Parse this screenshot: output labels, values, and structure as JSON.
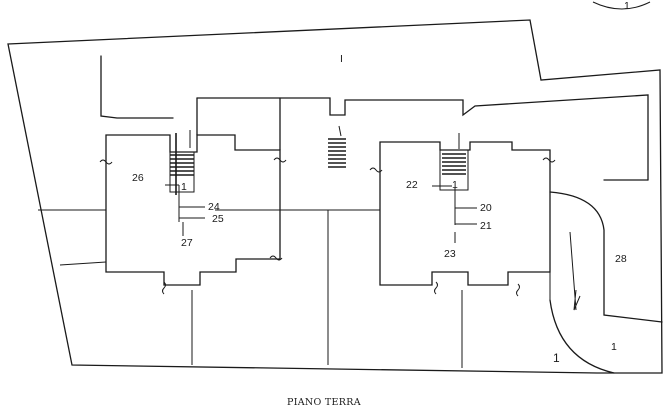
{
  "title": "PIANO TERRA",
  "labels": {
    "top_area": "I",
    "left_building_unit": "26",
    "left_stair_1": "1",
    "left_24": "24",
    "left_25": "25",
    "left_27": "27",
    "right_building_unit": "22",
    "right_stair_1": "1",
    "right_20": "20",
    "right_21": "21",
    "right_23": "23",
    "garage": "28",
    "ramp_1": "1",
    "ramp_area": "1",
    "corner_1": "1"
  }
}
